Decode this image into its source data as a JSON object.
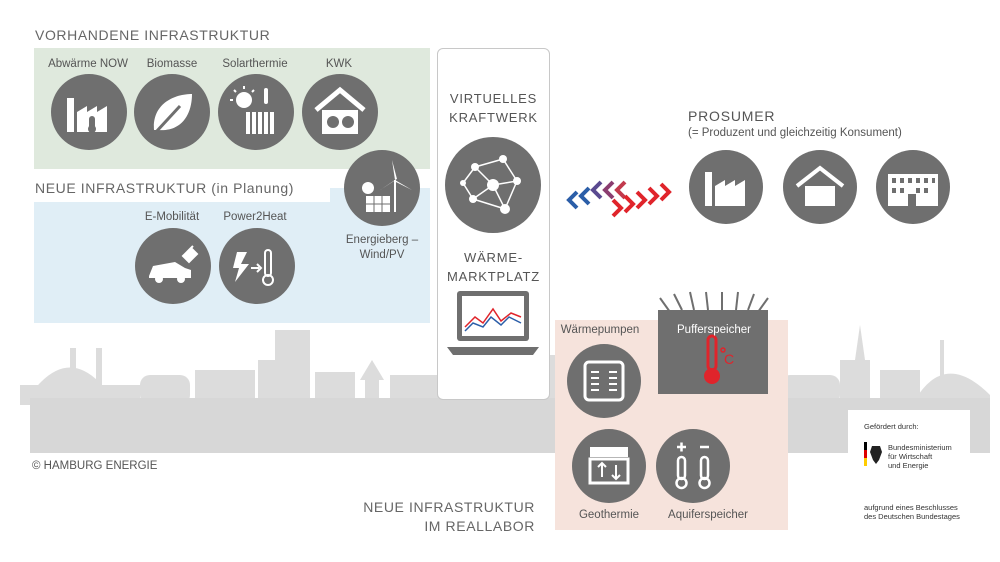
{
  "existing": {
    "heading": "VORHANDENE INFRASTRUKTUR",
    "items": [
      "Abwärme NOW",
      "Biomasse",
      "Solarthermie",
      "KWK"
    ]
  },
  "planned": {
    "heading": "NEUE INFRASTRUKTUR (in Planung)",
    "items": [
      "E-Mobilität",
      "Power2Heat"
    ],
    "energieberg_line1": "Energieberg –",
    "energieberg_line2": "Wind/PV"
  },
  "center": {
    "vk_line1": "VIRTUELLES",
    "vk_line2": "KRAFTWERK",
    "wm_line1": "WÄRME-",
    "wm_line2": "MARKTPLATZ"
  },
  "prosumer": {
    "title": "PROSUMER",
    "subtitle": "(= Produzent und gleichzeitig Konsument)"
  },
  "reallabor": {
    "heading_line1": "NEUE INFRASTRUKTUR",
    "heading_line2": "IM REALLABOR",
    "items": [
      "Wärmepumpen",
      "Pufferspeicher",
      "Geothermie",
      "Aquiferspeicher"
    ]
  },
  "copyright": "© HAMBURG ENERGIE",
  "funding": {
    "header": "Gefördert durch:",
    "ministry_line1": "Bundesministerium",
    "ministry_line2": "für Wirtschaft",
    "ministry_line3": "und Energie",
    "footer_line1": "aufgrund eines Beschlusses",
    "footer_line2": "des Deutschen Bundestages"
  },
  "colors": {
    "circle": "#6f6f6f",
    "existing_box": "#dfe9dd",
    "planned_box": "#e0eef6",
    "reallabor_box": "#f6e3dc",
    "arrow_blue": "#2b5ea8",
    "arrow_red": "#e0242b",
    "thermometer_red": "#e0242b"
  },
  "icons": [
    "factory-icon",
    "leaf-icon",
    "sun-thermometer-icon",
    "house-chp-icon",
    "wind-pv-icon",
    "network-icon",
    "laptop-chart-icon",
    "car-plug-icon",
    "power-heat-icon",
    "heat-pump-icon",
    "buffer-tank-icon",
    "geothermal-icon",
    "aquifer-icon",
    "factory-icon",
    "house-icon",
    "building-icon"
  ]
}
